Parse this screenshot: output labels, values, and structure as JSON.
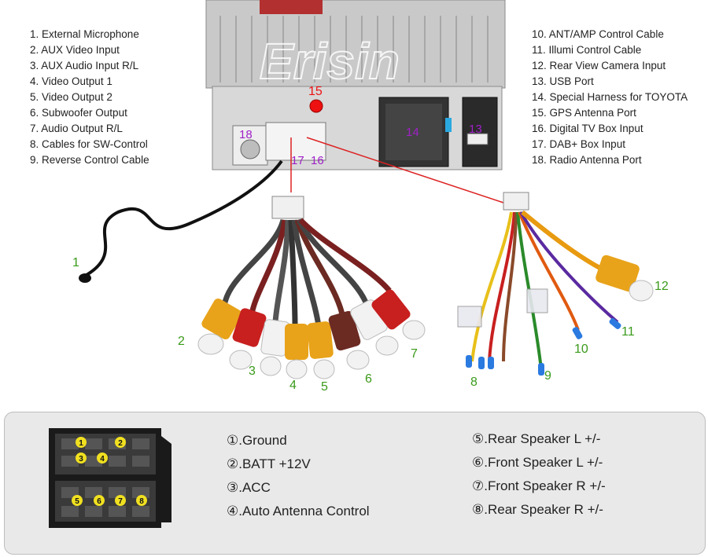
{
  "brand": "Erisin",
  "legend_left": [
    "1. External Microphone",
    "2. AUX Video Input",
    "3. AUX Audio Input R/L",
    "4. Video Output 1",
    "5. Video Output 2",
    "6. Subwoofer Output",
    "7. Audio Output R/L",
    "8. Cables for SW-Control",
    "9. Reverse Control Cable"
  ],
  "legend_right": [
    "10. ANT/AMP Control Cable",
    "11. Illumi Control Cable",
    "12. Rear View Camera Input",
    "13. USB Port",
    "14. Special Harness for TOYOTA",
    "15. GPS Antenna Port",
    "16. Digital TV Box Input",
    "17. DAB+ Box Input",
    "18. Radio Antenna Port"
  ],
  "unit_callouts": {
    "c18": "18",
    "c17": "17",
    "c16": "16",
    "c15": "15",
    "c14": "14",
    "c13": "13"
  },
  "cable_callouts": {
    "c1": "1",
    "c2": "2",
    "c3": "3",
    "c4": "4",
    "c5": "5",
    "c6": "6",
    "c7": "7",
    "c8": "8",
    "c9": "9",
    "c10": "10",
    "c11": "11",
    "c12": "12"
  },
  "connector_pins": [
    "1",
    "2",
    "3",
    "4",
    "5",
    "6",
    "7",
    "8"
  ],
  "pinout_left": [
    "①.Ground",
    "②.BATT +12V",
    "③.ACC",
    "④.Auto Antenna Control"
  ],
  "pinout_right": [
    "⑤.Rear Speaker L +/-",
    "⑥.Front Speaker L +/-",
    "⑦.Front Speaker R +/-",
    "⑧.Rear Speaker R +/-"
  ],
  "colors": {
    "callout_unit": "#a020c8",
    "callout_cable": "#3a9a1a",
    "rca_yellow": "#e8a31a",
    "rca_red": "#c81f1f",
    "rca_white": "#f2f2f2",
    "rca_brown": "#6b2a22",
    "pointer": "#dd2222"
  }
}
